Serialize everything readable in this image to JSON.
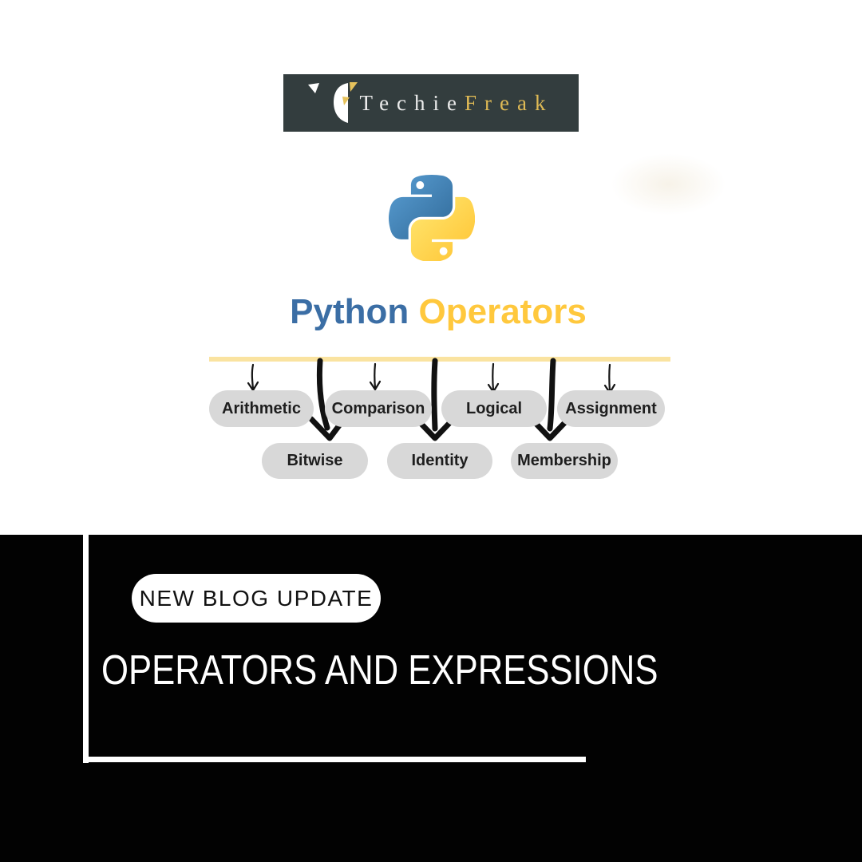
{
  "brand": {
    "part1": "Techie",
    "part2": "Freak"
  },
  "icons": {
    "brand_mark": "stylized-T-with-gold-wedges",
    "python_logo": "python-two-snakes"
  },
  "title": {
    "part1": "Python",
    "part2": "Operators"
  },
  "diagram": {
    "row1": [
      "Arithmetic",
      "Comparison",
      "Logical",
      "Assignment"
    ],
    "row2": [
      "Bitwise",
      "Identity",
      "Membership"
    ]
  },
  "footer": {
    "badge": "NEW BLOG UPDATE",
    "headline": "OPERATORS AND EXPRESSIONS"
  },
  "colors": {
    "banner_bg": "#333d3e",
    "brand_gold": "#dfba55",
    "python_blue_text": "#3b6ea5",
    "operators_yellow_text": "#ffc83d",
    "divider_yellow": "#fae3a0",
    "pill_gray": "#d8d8d8",
    "pill_text": "#1e1e1e",
    "arrow_black": "#111111",
    "footer_bg": "#000000",
    "badge_bg": "#ffffff",
    "badge_text": "#111111",
    "headline_text": "#ffffff",
    "logo_blue": "#366994",
    "logo_yellow": "#ffd43b"
  }
}
